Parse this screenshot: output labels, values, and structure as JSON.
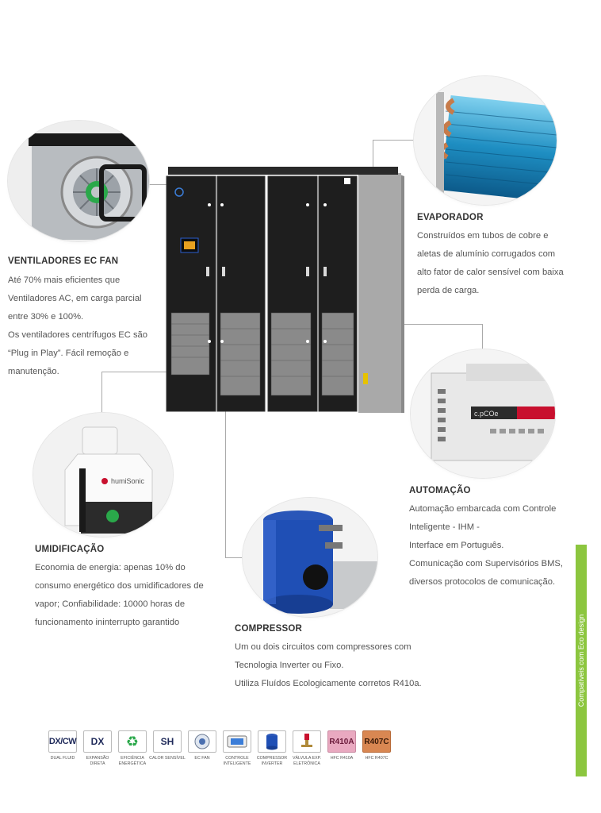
{
  "sections": {
    "evaporador": {
      "title": "EVAPORADOR",
      "lines": [
        "Construídos em tubos de cobre e",
        "aletas de alumínio corrugados com",
        "alto fator de calor sensível com baixa",
        "perda de carga."
      ]
    },
    "ventiladores": {
      "title": "VENTILADORES EC FAN",
      "lines": [
        "Até 70% mais eficientes que",
        "Ventiladores AC, em carga parcial",
        "entre 30% e 100%.",
        "Os ventiladores centrífugos EC são",
        "“Plug in Play”. Fácil remoção e",
        "manutenção."
      ]
    },
    "automacao": {
      "title": "AUTOMAÇÃO",
      "lines": [
        "Automação embarcada com Controle",
        "Inteligente - IHM -",
        "Interface em Português.",
        "Comunicação com Supervisórios BMS,",
        "diversos protocolos de comunicação."
      ]
    },
    "umidificacao": {
      "title": "UMIDIFICAÇÃO",
      "lines": [
        "Economia de energia: apenas 10% do",
        "consumo energético dos umidificadores de",
        "vapor; Confiabilidade: 10000 horas de",
        "funcionamento ininterrupto garantido"
      ]
    },
    "compressor": {
      "title": "COMPRESSOR",
      "lines": [
        "Um ou dois circuitos com compressores com",
        "Tecnologia Inverter ou Fixo.",
        "Utiliza Fluídos Ecologicamente corretos R410a."
      ]
    }
  },
  "product_images": {
    "evaporator_label": "evaporator coil photo",
    "fan_label": "EC fan photo",
    "controller_brand": "c.pCOe",
    "humidifier_brand": "humiSonic",
    "compressor_label": "compressor photo",
    "main_unit_label": "precision air conditioning unit"
  },
  "icons": [
    {
      "symbol": "DX/CW",
      "label": "DUAL FLUID",
      "name": "dual-fluid-icon"
    },
    {
      "symbol": "DX",
      "label": "EXPANSÃO DIRETA",
      "name": "direct-expansion-icon"
    },
    {
      "symbol": "♻",
      "label": "EFICIÊNCIA ENERGÉTICA",
      "name": "energy-efficiency-icon"
    },
    {
      "symbol": "SH",
      "label": "CALOR SENSÍVEL",
      "name": "sensible-heat-icon"
    },
    {
      "symbol": "",
      "label": "EC FAN",
      "name": "ec-fan-icon"
    },
    {
      "symbol": "",
      "label": "CONTROLE INTELIGENTE",
      "name": "smart-control-icon"
    },
    {
      "symbol": "",
      "label": "COMPRESSOR INVERTER",
      "name": "inverter-compressor-icon"
    },
    {
      "symbol": "",
      "label": "VÁLVULA EXP. ELETRÔNICA",
      "name": "electronic-expansion-valve-icon"
    },
    {
      "symbol": "R410A",
      "label": "HFC R410A",
      "name": "r410a-icon"
    },
    {
      "symbol": "R407C",
      "label": "HFC R407C",
      "name": "r407c-icon"
    }
  ],
  "eco_badge": "Compatíveis com Eco design",
  "colors": {
    "eco_green": "#8cc63f",
    "r410a_bg": "#e9a9c0",
    "r407c_bg": "#d98752",
    "cabinet_dark": "#1e1e1e"
  }
}
